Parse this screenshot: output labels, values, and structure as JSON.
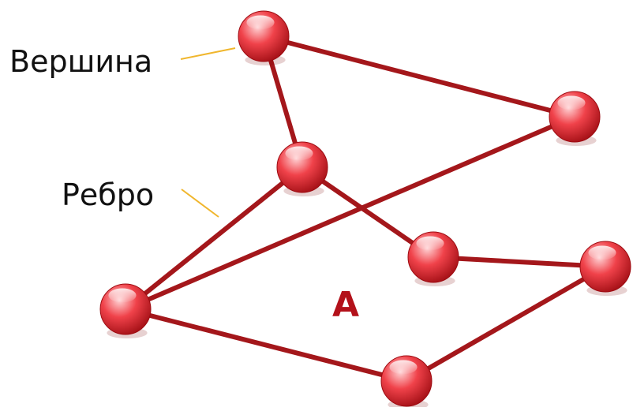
{
  "diagram": {
    "labels": {
      "vertex": "Вершина",
      "edge": "Ребро",
      "face": "A"
    },
    "nodes": [
      "n1",
      "n2",
      "n3",
      "n4",
      "n5",
      "n6",
      "n7"
    ],
    "edges": [
      [
        "n1",
        "n2"
      ],
      [
        "n1",
        "n3"
      ],
      [
        "n3",
        "n4"
      ],
      [
        "n3",
        "n5"
      ],
      [
        "n5",
        "n6"
      ],
      [
        "n6",
        "n7"
      ],
      [
        "n7",
        "n4"
      ],
      [
        "n4",
        "n2"
      ]
    ],
    "colors": {
      "edge": "#a4171b",
      "node_light": "#ffd4d6",
      "node_mid": "#f0424a",
      "node_dark": "#9e0c12",
      "leader": "#f0b62d",
      "face_label": "#b3111a",
      "label_text": "#111111"
    }
  }
}
